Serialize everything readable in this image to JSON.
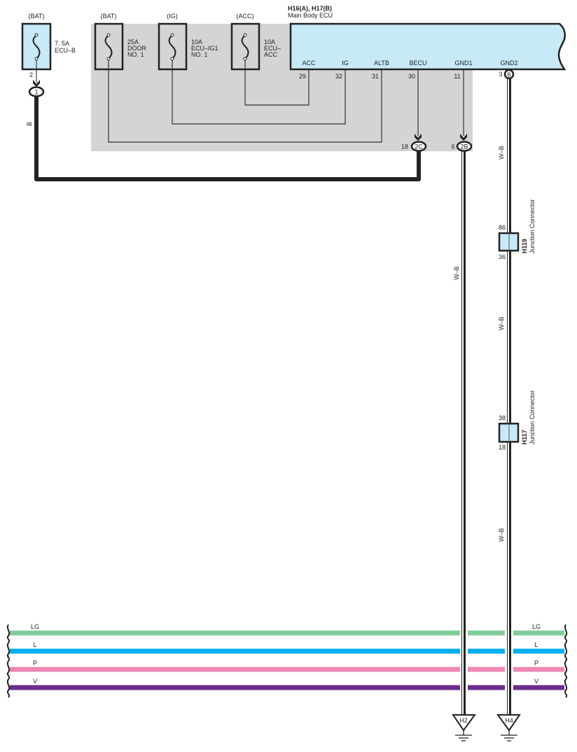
{
  "colors": {
    "fuse_fill": "#c7e9f8",
    "ecu_fill": "#c7e9f8",
    "relay_block_fill": "#d3d4d6",
    "LG": "#82cc9c",
    "L": "#00aeef",
    "P": "#f088b5",
    "V": "#6c2c8c"
  },
  "fuses": [
    {
      "source": "(BAT)",
      "rating": "7. 5A",
      "name_lines": [
        "ECU–B"
      ],
      "pin": "2",
      "connector": "1"
    },
    {
      "source": "(BAT)",
      "rating": "25A",
      "name_lines": [
        "DOOR",
        "NO. 1"
      ]
    },
    {
      "source": "(IG)",
      "rating": "10A",
      "name_lines": [
        "ECU–IG1",
        "NO. 1"
      ]
    },
    {
      "source": "(ACC)",
      "rating": "10A",
      "name_lines": [
        "ECU–",
        "ACC"
      ]
    }
  ],
  "ecu": {
    "code": "H16(A), H17(B)",
    "name": "Main Body ECU",
    "terminals": [
      {
        "name": "ACC",
        "pin": "29"
      },
      {
        "name": "IG",
        "pin": "32"
      },
      {
        "name": "ALTB",
        "pin": "31"
      },
      {
        "name": "BECU",
        "pin": "30"
      },
      {
        "name": "GND1",
        "pin": "11"
      },
      {
        "name": "GND2",
        "pin": "3",
        "connector": "B"
      }
    ]
  },
  "connectors": [
    {
      "id": "2C",
      "pin": "18"
    },
    {
      "id": "2B",
      "pin": "6"
    }
  ],
  "wire_labels": {
    "batt": "B",
    "gnd1": "W–B",
    "gnd2_a": "W–B",
    "gnd2_b": "W–B",
    "gnd2_c": "W–B"
  },
  "junctions": [
    {
      "code": "H119",
      "name": "Junction Connector",
      "pin_in": "86",
      "pin_out": "36"
    },
    {
      "code": "H117",
      "name": "Junction Connector",
      "pin_in": "38",
      "pin_out": "18"
    }
  ],
  "bus_wires": [
    "LG",
    "L",
    "P",
    "V"
  ],
  "grounds": [
    "H2",
    "H4"
  ]
}
